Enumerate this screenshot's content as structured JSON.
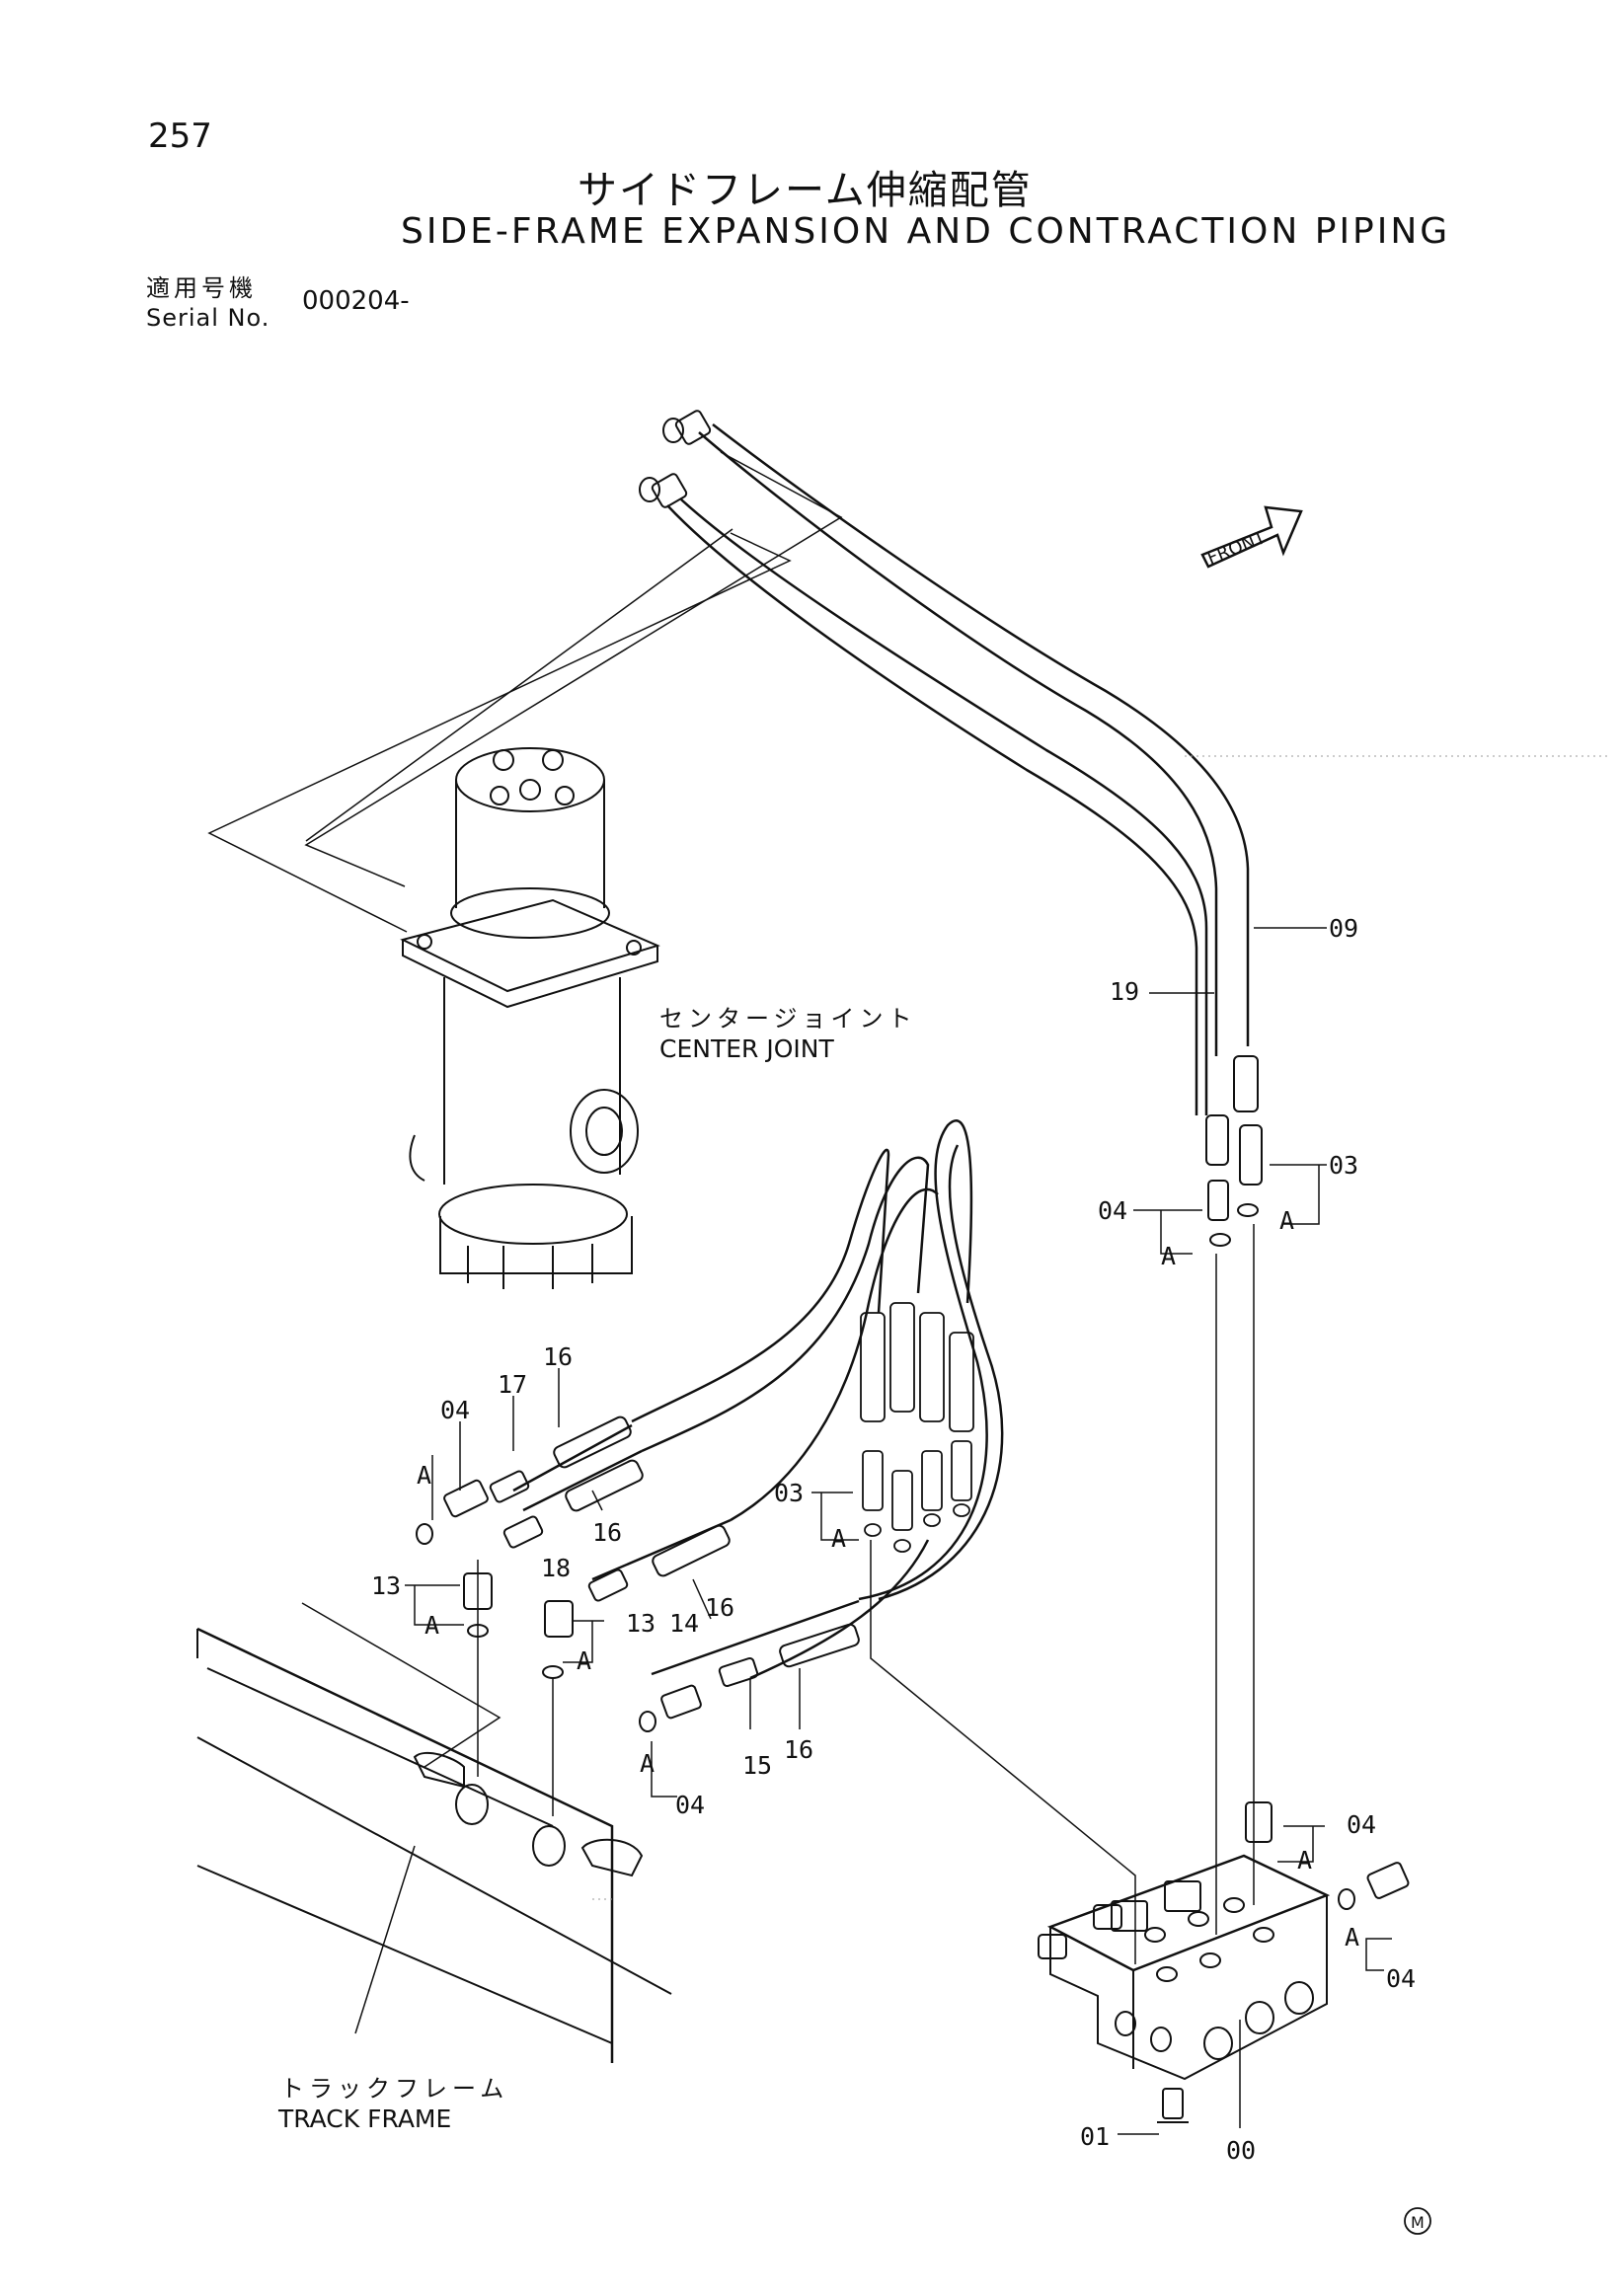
{
  "header": {
    "page_number": "257",
    "title_jp": "サイドフレーム伸縮配管",
    "title_en": "SIDE-FRAME EXPANSION AND CONTRACTION PIPING",
    "serial_label_jp": "適用号機",
    "serial_label_en": "Serial No.",
    "serial_value": "000204-"
  },
  "components": {
    "center_joint_jp": "センタージョイント",
    "center_joint_en": "CENTER JOINT",
    "track_frame_jp": "トラックフレーム",
    "track_frame_en": "TRACK FRAME",
    "front": "FRONT",
    "mark": "M"
  },
  "callouts": {
    "c09": "09",
    "c19": "19",
    "c03_right": "03",
    "c04_right": "04",
    "c16_a": "16",
    "c17": "17",
    "c04_left": "04",
    "c16_b": "16",
    "c18": "18",
    "c03_mid": "03",
    "c13_left": "13",
    "c13_mid": "13",
    "c14": "14",
    "c16_c": "16",
    "c15": "15",
    "c16_d": "16",
    "c04_bottom": "04",
    "c04_block_top": "04",
    "c04_block_right": "04",
    "c01": "01",
    "c00": "00"
  },
  "detail_marks": {
    "a1": "A",
    "a2": "A",
    "a3": "A",
    "a4": "A",
    "a5": "A",
    "a6": "A",
    "a7": "A",
    "a8": "A",
    "a9": "A",
    "a10": "A"
  }
}
